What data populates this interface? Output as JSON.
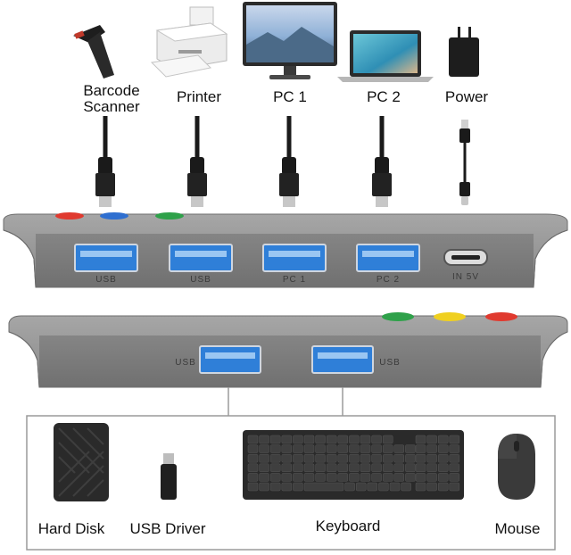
{
  "top_devices": [
    {
      "label": "Barcode\nScanner",
      "icon": "barcode-scanner-icon"
    },
    {
      "label": "Printer",
      "icon": "printer-icon"
    },
    {
      "label": "PC 1",
      "icon": "monitor-icon"
    },
    {
      "label": "PC 2",
      "icon": "laptop-icon"
    },
    {
      "label": "Power",
      "icon": "power-adapter-icon"
    }
  ],
  "top_hub_ports": [
    {
      "label": "USB"
    },
    {
      "label": "USB"
    },
    {
      "label": "PC 1"
    },
    {
      "label": "PC 2"
    },
    {
      "label": "IN 5V"
    }
  ],
  "bottom_hub_ports": [
    {
      "label": "USB"
    },
    {
      "label": "USB"
    }
  ],
  "bottom_devices": [
    {
      "label": "Hard Disk",
      "icon": "hard-disk-icon"
    },
    {
      "label": "USB Driver",
      "icon": "usb-drive-icon"
    },
    {
      "label": "Keyboard",
      "icon": "keyboard-icon"
    },
    {
      "label": "Mouse",
      "icon": "mouse-icon"
    }
  ],
  "colors": {
    "hub_body": "#8b8b8b",
    "hub_face": "#7d7d7d",
    "usb_port": "#2f7fd8",
    "button_red": "#e03a2f",
    "button_blue": "#2f6fd0",
    "button_green": "#2fa14a",
    "button_yellow": "#f0d020"
  }
}
